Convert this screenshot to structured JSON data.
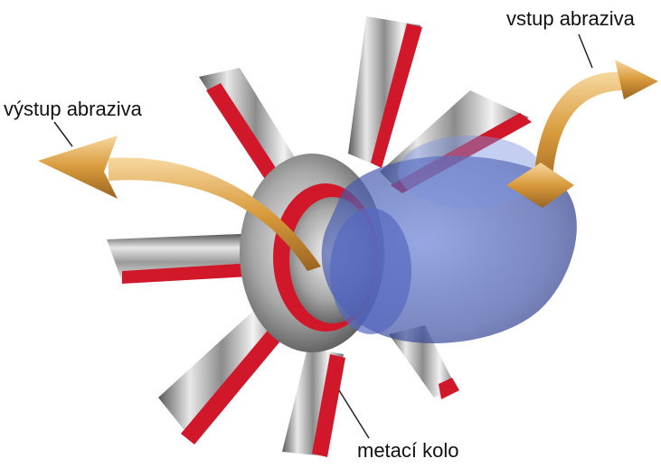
{
  "labels": {
    "abrasive_outlet": "výstup abraziva",
    "abrasive_inlet": "vstup abraziva",
    "impeller": "metací kolo"
  },
  "colors": {
    "blade_red": "#d0182a",
    "blade_steel": "#b9b9b9",
    "arrow_gold": "#d9a040",
    "housing_blue": "#3f55a8",
    "background": "#ffffff"
  }
}
